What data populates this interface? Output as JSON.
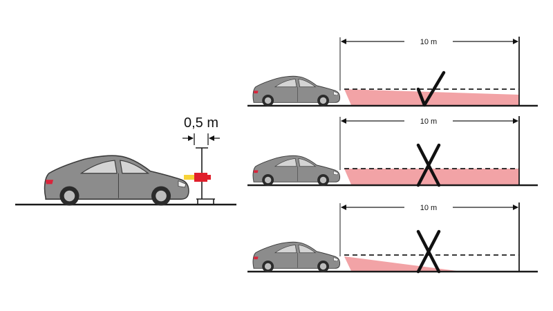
{
  "setup": {
    "distance_label": "0,5 m"
  },
  "scenarios": [
    {
      "distance_label": "10 m",
      "result": "check",
      "beam": "correct"
    },
    {
      "distance_label": "10 m",
      "result": "cross",
      "beam": "too-high"
    },
    {
      "distance_label": "10 m",
      "result": "cross",
      "beam": "too-low"
    }
  ],
  "colors": {
    "car_body": "#8c8c8c",
    "car_outline": "#3a3a3a",
    "window": "#d4d4d4",
    "beam": "#f2a3a6",
    "taillight": "#d9243a",
    "headlight_beam": "#f7d339",
    "aim_device": "#e01f2b",
    "ground": "#1a1a1a"
  }
}
